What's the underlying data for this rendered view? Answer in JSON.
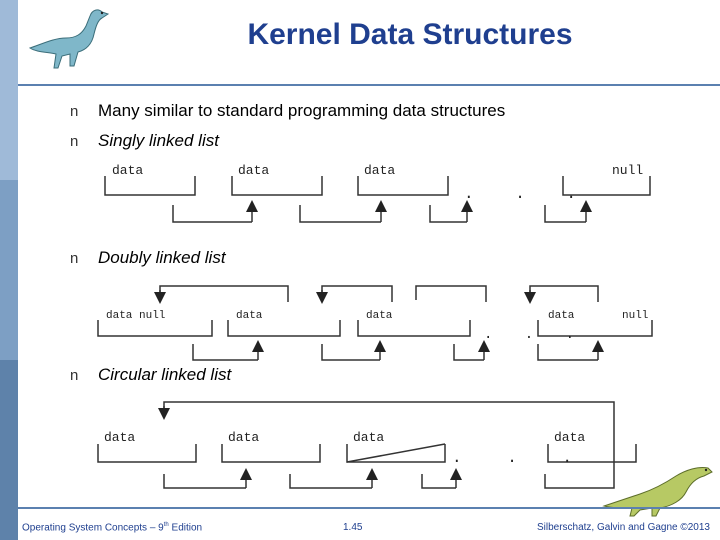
{
  "slide": {
    "title": "Kernel Data Structures",
    "bullets": [
      {
        "mark": "n",
        "text": "Many similar to standard programming data structures"
      },
      {
        "mark": "n",
        "text": "Singly linked list"
      },
      {
        "mark": "n",
        "text": "Doubly linked list"
      },
      {
        "mark": "n",
        "text": "Circular linked list"
      }
    ]
  },
  "diagrams": {
    "singly": {
      "labels": [
        "data",
        "data",
        "data",
        "null"
      ],
      "ellipsis": ". . ."
    },
    "doubly": {
      "labels": [
        "data null",
        "data",
        "data",
        "data",
        "null"
      ],
      "ellipsis": ". . ."
    },
    "circular": {
      "labels": [
        "data",
        "data",
        "data",
        "data"
      ],
      "ellipsis": ". . ."
    }
  },
  "footer": {
    "left_main": "Operating System Concepts – 9",
    "left_sup": "th",
    "left_end": " Edition",
    "page": "1.45",
    "right": "Silberschatz, Galvin and Gagne ©2013"
  }
}
